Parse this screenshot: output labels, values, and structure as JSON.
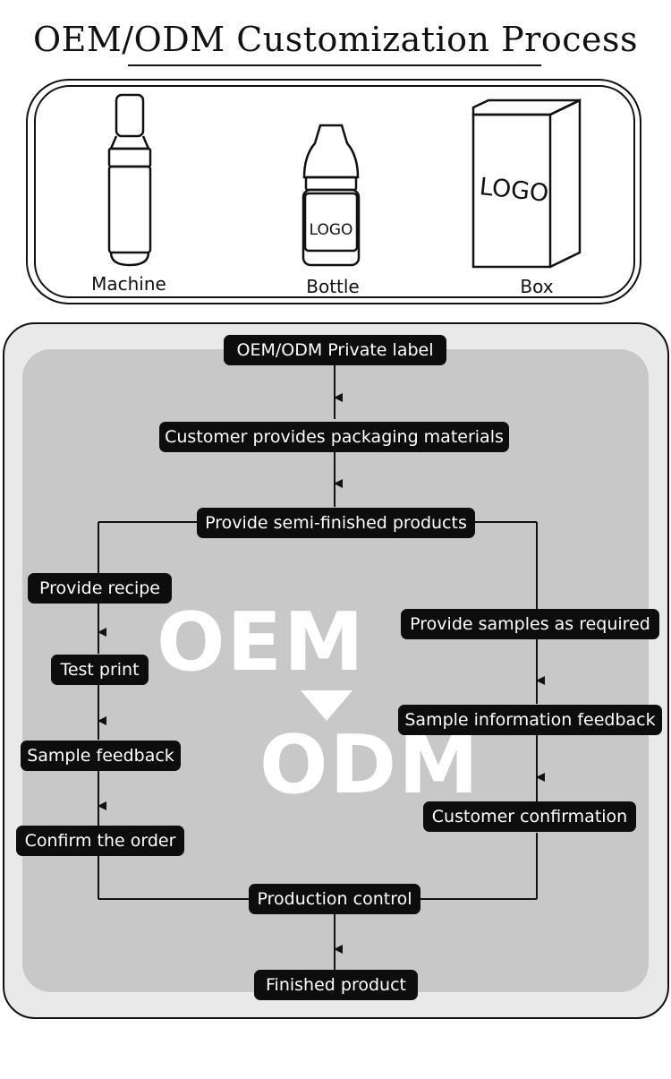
{
  "title": "OEM/ODM Customization Process",
  "products": {
    "machine_label": "Machine",
    "bottle_label": "Bottle",
    "box_label": "Box",
    "bottle_logo": "LOGO",
    "box_logo": "LOGO"
  },
  "watermark": {
    "top": "OEM",
    "bottom": "ODM"
  },
  "flow": {
    "start": "OEM/ODM Private label",
    "step2": "Customer provides packaging materials",
    "step3": "Provide semi-finished products",
    "left": {
      "step1": "Provide recipe",
      "step2": "Test print",
      "step3": "Sample feedback",
      "step4": "Confirm the order"
    },
    "right": {
      "step1": "Provide samples as required",
      "step2": "Sample information feedback",
      "step3": "Customer confirmation"
    },
    "merge": "Production control",
    "end": "Finished product"
  },
  "colors": {
    "box_fill": "#0d0d0d",
    "panel_outer": "#e9e9e9",
    "panel_inner": "#c8c8c8"
  }
}
